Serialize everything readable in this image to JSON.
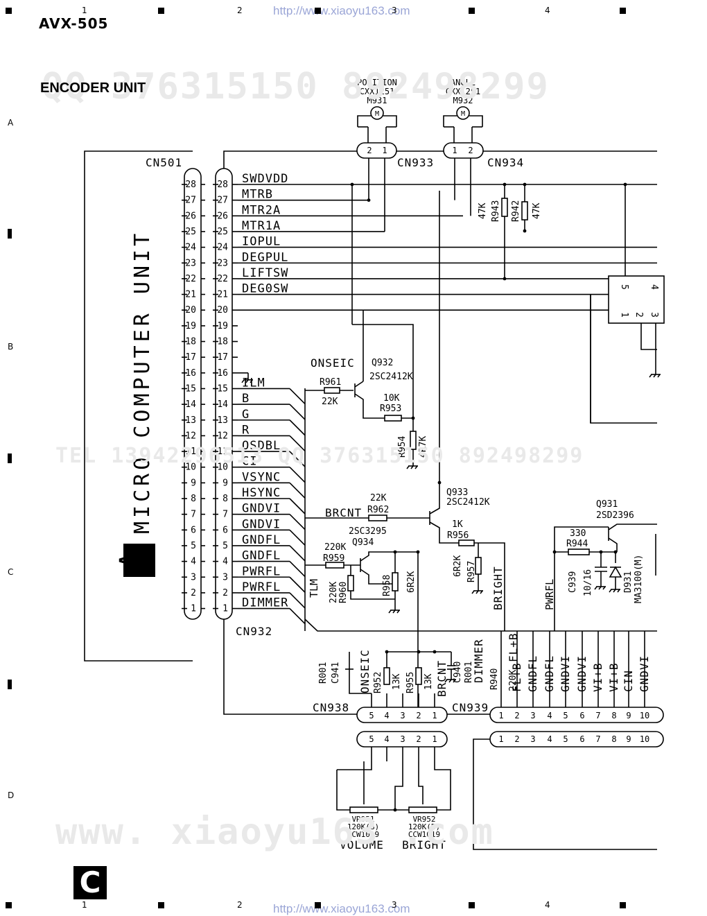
{
  "header": {
    "model": "AVX-505",
    "title": "ENCODER UNIT",
    "url": "http://www.xiaoyu163.com",
    "col_markers": [
      "1",
      "2",
      "3",
      "4"
    ],
    "row_markers": [
      "A",
      "B",
      "C",
      "D"
    ],
    "page_letter": "C"
  },
  "watermarks": {
    "top": "QQ 376315150  892498299",
    "mid": "TEL 13942296513  QQ 376315150  892498299",
    "bottom": "www. xiaoyu163 .com"
  },
  "schematic": {
    "left_block_letter": "A",
    "left_block_title": "MICRO COMPUTER UNIT",
    "cn501": "CN501",
    "cn932": "CN932",
    "cn933": "CN933",
    "cn934": "CN934",
    "cn938": "CN938",
    "cn939": "CN939",
    "motor1": {
      "l1": "POSITION",
      "l2": "CXX1251",
      "l3": "M931",
      "sym": "M"
    },
    "motor2": {
      "l1": "ANGLE",
      "l2": "CXX1251",
      "l3": "M932",
      "sym": "M"
    },
    "signals": [
      {
        "pin": "28",
        "name": "SWDVDD"
      },
      {
        "pin": "27",
        "name": "MTRB"
      },
      {
        "pin": "26",
        "name": "MTR2A"
      },
      {
        "pin": "25",
        "name": "MTR1A"
      },
      {
        "pin": "24",
        "name": "IOPUL"
      },
      {
        "pin": "23",
        "name": "DEGPUL"
      },
      {
        "pin": "22",
        "name": "LIFTSW"
      },
      {
        "pin": "21",
        "name": "DEG0SW"
      },
      {
        "pin": "20",
        "name": ""
      },
      {
        "pin": "19",
        "name": ""
      },
      {
        "pin": "18",
        "name": ""
      },
      {
        "pin": "17",
        "name": ""
      },
      {
        "pin": "16",
        "name": ""
      },
      {
        "pin": "15",
        "name": "ILM"
      },
      {
        "pin": "14",
        "name": "B"
      },
      {
        "pin": "13",
        "name": "G"
      },
      {
        "pin": "12",
        "name": "R"
      },
      {
        "pin": "11",
        "name": "OSDBL"
      },
      {
        "pin": "10",
        "name": "CI"
      },
      {
        "pin": "9",
        "name": "VSYNC"
      },
      {
        "pin": "8",
        "name": "HSYNC"
      },
      {
        "pin": "7",
        "name": "GNDVI"
      },
      {
        "pin": "6",
        "name": "GNDVI"
      },
      {
        "pin": "5",
        "name": "GNDFL"
      },
      {
        "pin": "4",
        "name": "GNDFL"
      },
      {
        "pin": "3",
        "name": "PWRFL"
      },
      {
        "pin": "2",
        "name": "PWRFL"
      },
      {
        "pin": "1",
        "name": "DIMMER"
      }
    ],
    "parts": {
      "onseic": "ONSEIC",
      "q932": "Q932",
      "q932_type": "2SC2412K",
      "r961": "R961",
      "r961_val": "22K",
      "r953": "R953",
      "r953_val": "10K",
      "r954": "R954",
      "r954_val": "4R7K",
      "q933": "Q933",
      "q933_type": "2SC2412K",
      "r962": "R962",
      "r962_val": "22K",
      "brcnt": "BRCNT",
      "r956": "R956",
      "r956_val": "1K",
      "r957": "R957",
      "r957_val": "6R2K",
      "bright": "BRIGHT",
      "q934_type": "2SC3295",
      "q934": "Q934",
      "r959": "R959",
      "r959_val": "220K",
      "r960": "R960",
      "r960_val": "220K",
      "tlm": "TLM",
      "r958": "R958",
      "r958_val": "6R2K",
      "q931": "Q931",
      "q931_type": "2SD2396",
      "r944": "R944",
      "r944_val": "330",
      "pwrfl": "PWRFL",
      "c939": "C939",
      "c939_val": "10/16",
      "d931": "D931",
      "d931_type": "MA3100(M)",
      "r943": "R943",
      "r943_val": "47K",
      "r942": "R942",
      "r942_val": "47K",
      "r001a": "R001",
      "c941": "C941",
      "r952": "R952",
      "r952_val": "13K",
      "r955": "R955",
      "r955_val": "13K",
      "c940": "C940",
      "r001b": "R001",
      "dimmer": "DIMMER",
      "r940": "R940",
      "r940_val": "220K",
      "vr951": "VR951",
      "vr951_val": "120K(B)",
      "vr951_type": "CCW1019",
      "vr951_name": "VOLUME",
      "vr952": "VR952",
      "vr952_val": "120K(B)",
      "vr952_type": "CCW1019",
      "vr952_name": "BRIGHT"
    },
    "cn938_pins": [
      "5",
      "4",
      "3",
      "2",
      "1"
    ],
    "cn939_pins": [
      "1",
      "2",
      "3",
      "4",
      "5",
      "6",
      "7",
      "8",
      "9",
      "10"
    ],
    "cn939_labels": [
      "FL+B",
      "FL+B",
      "GNDFL",
      "GNDFL",
      "GNDVI",
      "GNDVI",
      "VI+B",
      "VI+B",
      "CIN",
      "GNDVI"
    ],
    "ic_pins": [
      "5",
      "4",
      "1",
      "2",
      "3"
    ]
  }
}
